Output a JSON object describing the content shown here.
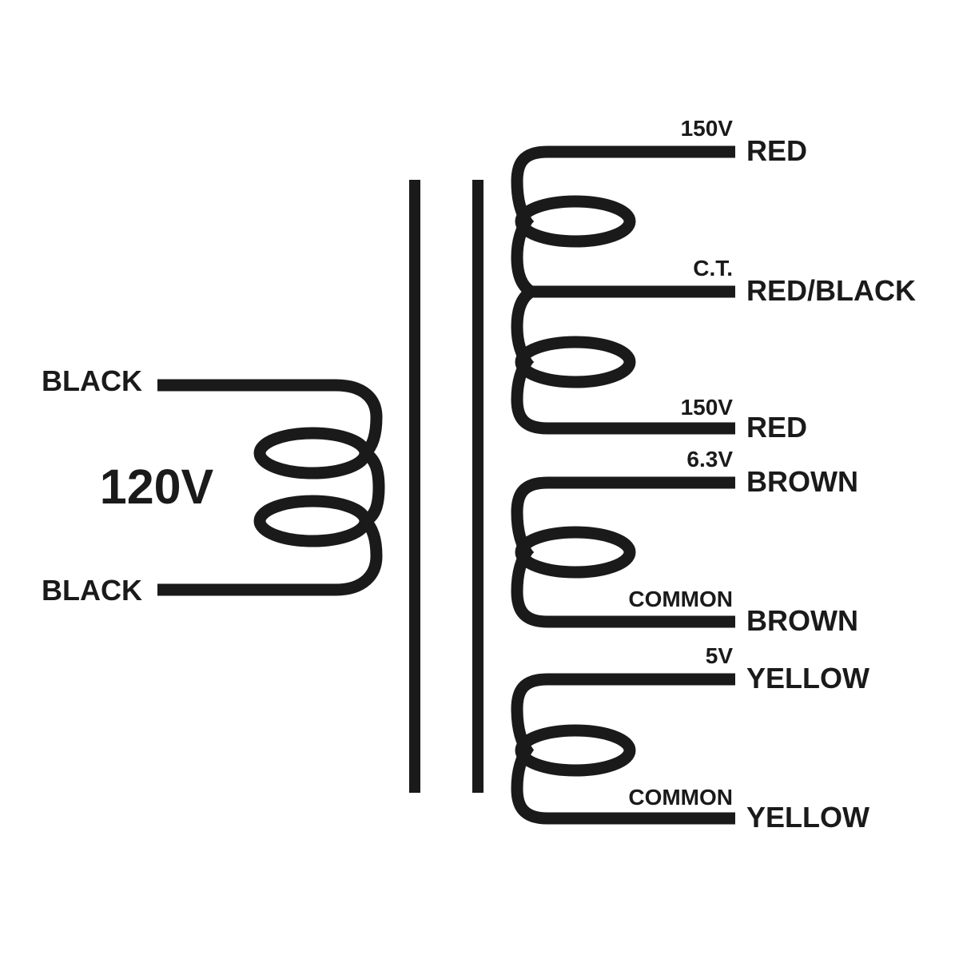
{
  "diagram": {
    "title_implicit": "transformer wiring diagram",
    "background": "#ffffff",
    "line_color": "#1a1a1a",
    "primary": {
      "voltage": "120V",
      "top_wire": "BLACK",
      "bottom_wire": "BLACK"
    },
    "secondaries": [
      {
        "taps": [
          {
            "label": "150V",
            "wire": "RED"
          },
          {
            "label": "C.T.",
            "wire": "RED/BLACK"
          },
          {
            "label": "150V",
            "wire": "RED"
          }
        ]
      },
      {
        "taps": [
          {
            "label": "6.3V",
            "wire": "BROWN"
          },
          {
            "label": "COMMON",
            "wire": "BROWN"
          }
        ]
      },
      {
        "taps": [
          {
            "label": "5V",
            "wire": "YELLOW"
          },
          {
            "label": "COMMON",
            "wire": "YELLOW"
          }
        ]
      }
    ]
  }
}
